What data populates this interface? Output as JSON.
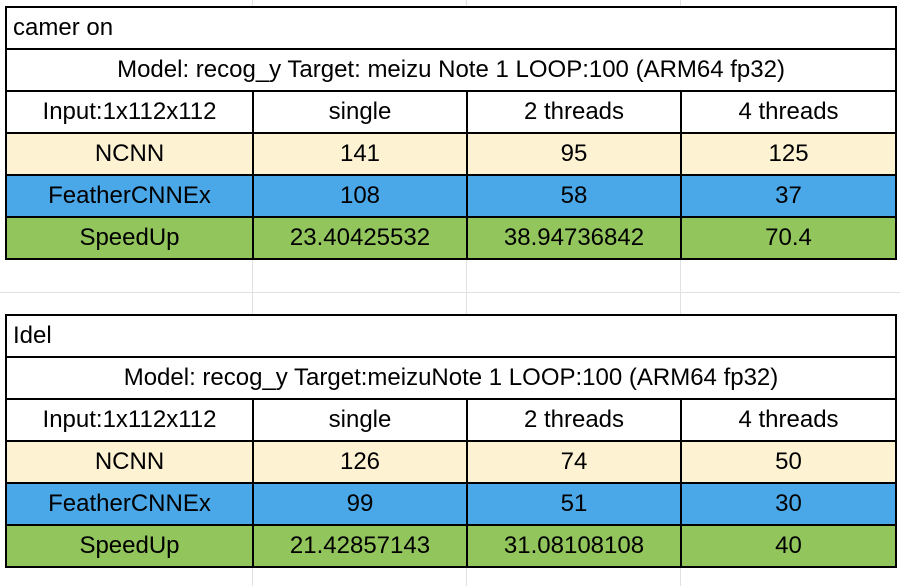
{
  "tables": [
    {
      "title": "camer on",
      "model": "Model: recog_y Target: meizu Note 1 LOOP:100 (ARM64 fp32)",
      "header": [
        "Input:1x112x112",
        "single",
        "2 threads",
        "4 threads"
      ],
      "rows": [
        {
          "label": "NCNN",
          "values": [
            "141",
            "95",
            "125"
          ]
        },
        {
          "label": "FeatherCNNEx",
          "values": [
            "108",
            "58",
            "37"
          ]
        },
        {
          "label": "SpeedUp",
          "values": [
            "23.40425532",
            "38.94736842",
            "70.4"
          ]
        }
      ]
    },
    {
      "title": "Idel",
      "model": "Model: recog_y Target:meizuNote 1 LOOP:100 (ARM64 fp32)",
      "header": [
        "Input:1x112x112",
        "single",
        "2 threads",
        "4 threads"
      ],
      "rows": [
        {
          "label": "NCNN",
          "values": [
            "126",
            "74",
            "50"
          ]
        },
        {
          "label": "FeatherCNNEx",
          "values": [
            "99",
            "51",
            "30"
          ]
        },
        {
          "label": "SpeedUp",
          "values": [
            "21.42857143",
            "31.08108108",
            "40"
          ]
        }
      ]
    }
  ],
  "colors": {
    "ncnn_row": "#fdf2d2",
    "feather_row": "#4ba8e8",
    "speedup_row": "#92c55c",
    "gridline": "#e1e1e1"
  }
}
